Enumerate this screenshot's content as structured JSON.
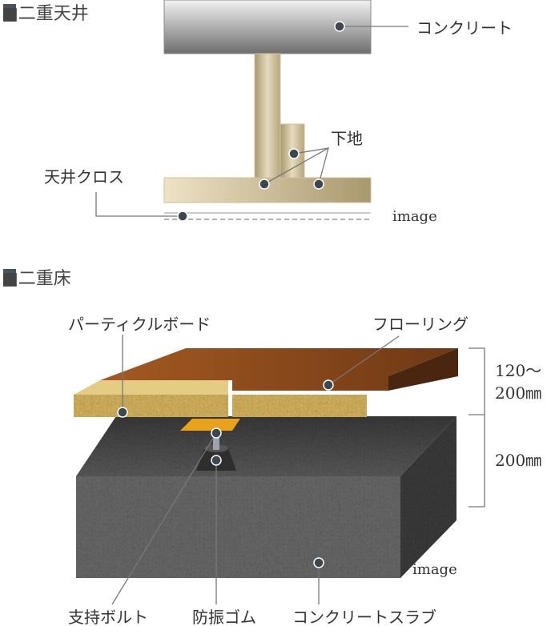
{
  "ceiling": {
    "heading": "■二重天井",
    "labels": {
      "concrete": "コンクリート",
      "base": "下地",
      "ceiling_cloth": "天井クロス",
      "image": "image"
    }
  },
  "floor": {
    "heading": "■二重床",
    "labels": {
      "particle_board": "パーティクルボード",
      "flooring": "フローリング",
      "support_bolt": "支持ボルト",
      "rubber": "防振ゴム",
      "slab": "コンクリートスラブ",
      "image": "image"
    },
    "dimensions": {
      "upper_line1": "120～",
      "upper_line2": "200㎜",
      "lower": "200㎜"
    }
  },
  "colors": {
    "heading_square": "#4a545c",
    "wood": "#8a4a1c",
    "board": "#d9b760",
    "concrete": "#5a5a5a",
    "frame": "#cfc09a"
  }
}
